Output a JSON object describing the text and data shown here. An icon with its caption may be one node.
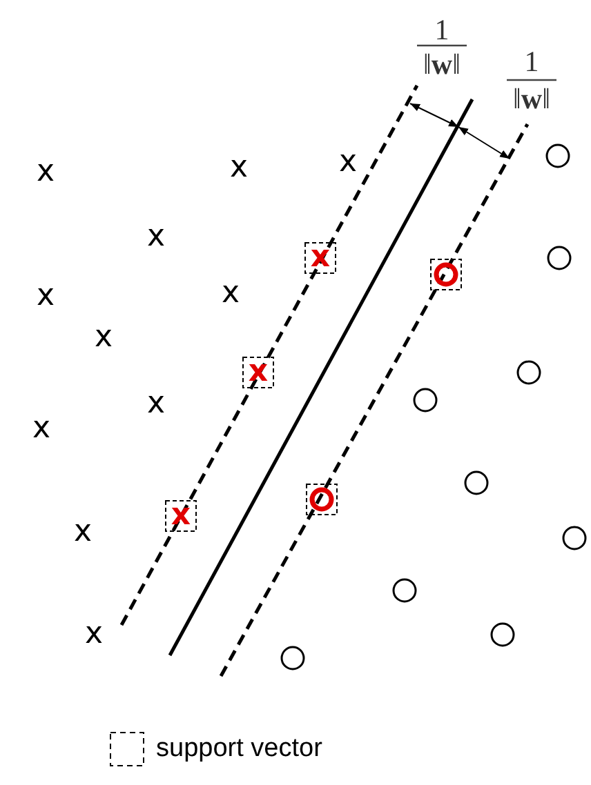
{
  "diagram": {
    "labels": [
      "1",
      "‖**w**‖",
      "1",
      "‖**w**‖",
      "x",
      "x",
      "x",
      "x",
      "x",
      "x",
      "x",
      "x",
      "x",
      "x",
      "x",
      "x",
      "x",
      "x"
    ],
    "legend": [
      {
        "text": "support vector"
      }
    ]
  }
}
